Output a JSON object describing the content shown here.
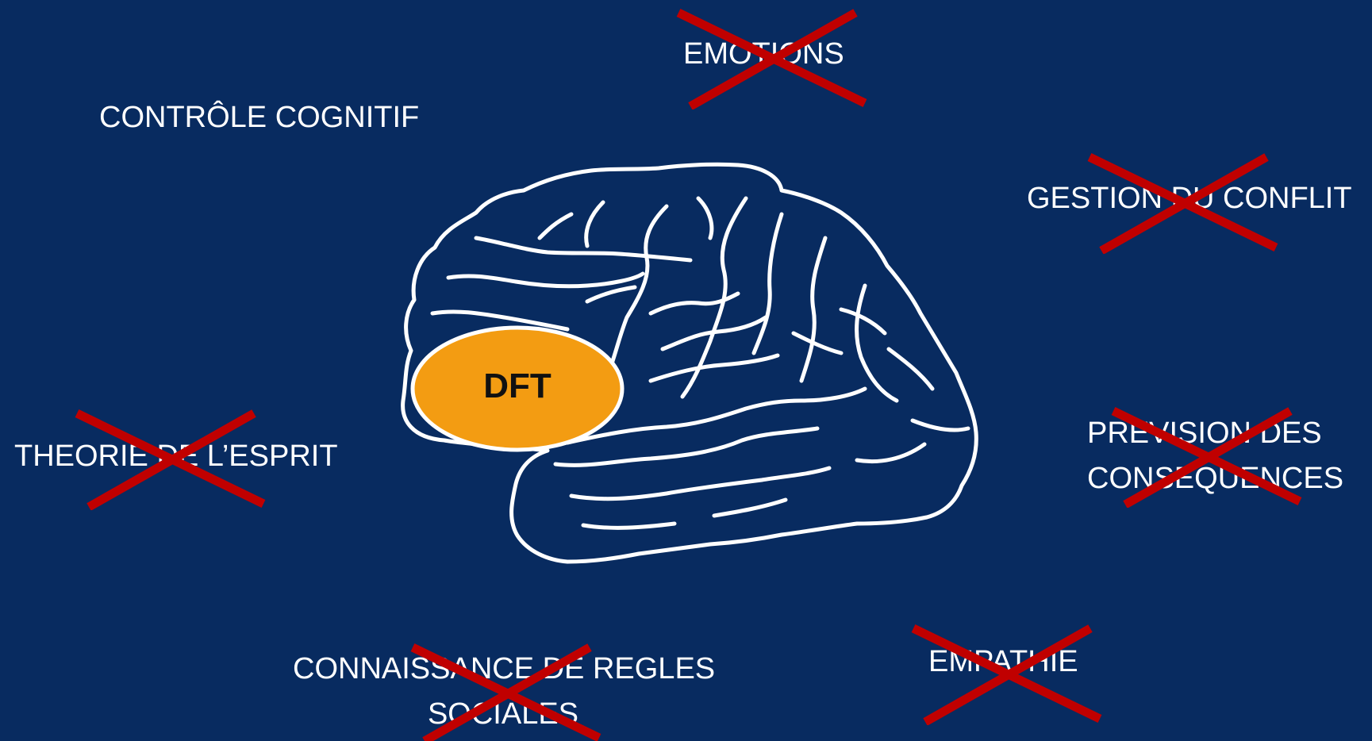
{
  "slide": {
    "background_color": "#082b60",
    "text_color": "#ffffff",
    "cross_color": "#c00000",
    "highlight_color": "#f39c12"
  },
  "brain": {
    "region_label": "DFT",
    "region_color": "#f39c12"
  },
  "functions": [
    {
      "id": "controle",
      "lines": [
        "CONTRÔLE COGNITIF"
      ],
      "crossed_out": false
    },
    {
      "id": "emotions",
      "lines": [
        "EMOTIONS"
      ],
      "crossed_out": true
    },
    {
      "id": "conflit",
      "lines": [
        "GESTION DU CONFLIT"
      ],
      "crossed_out": true
    },
    {
      "id": "prevision",
      "lines": [
        "PREVISION DES",
        "CONSEQUENCES"
      ],
      "crossed_out": true
    },
    {
      "id": "esprit",
      "lines": [
        "THEORIE DE L’ESPRIT"
      ],
      "crossed_out": true
    },
    {
      "id": "regles",
      "lines": [
        "CONNAISSANCE DE REGLES",
        "SOCIALES"
      ],
      "crossed_out": true
    },
    {
      "id": "empathie",
      "lines": [
        "EMPATHIE"
      ],
      "crossed_out": true
    }
  ]
}
